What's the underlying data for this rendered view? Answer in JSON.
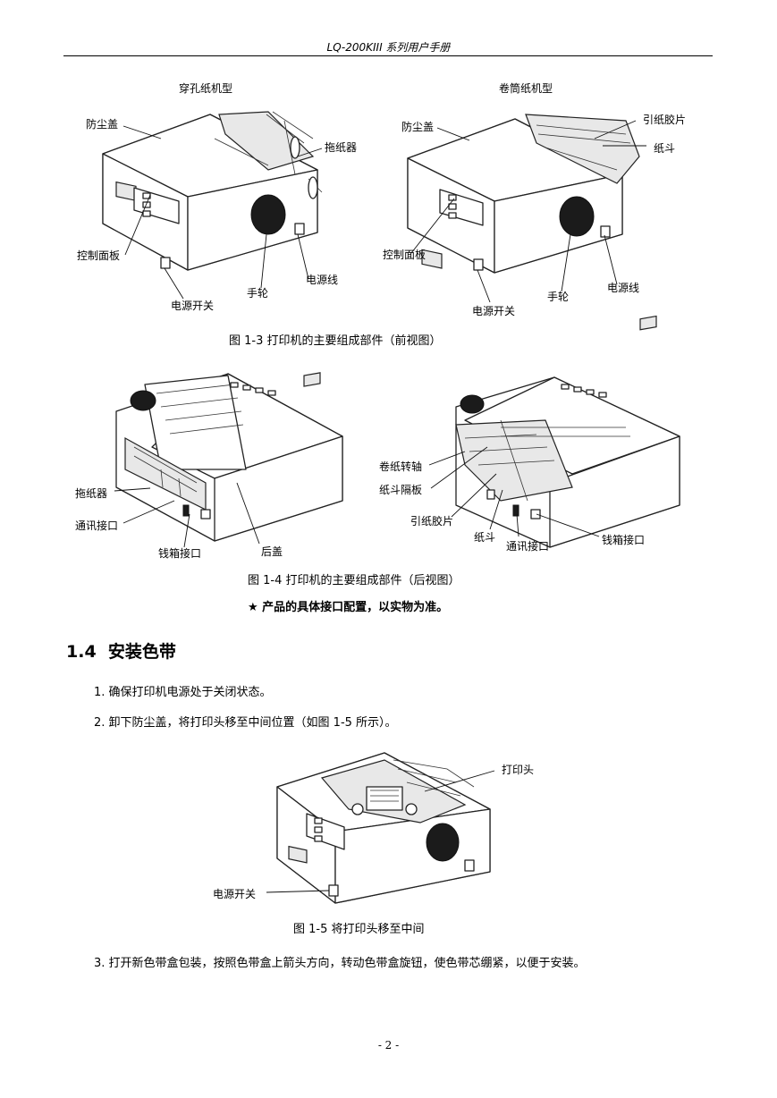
{
  "header": {
    "title": "LQ-200KIII 系列用户手册"
  },
  "figure_1_3": {
    "left_title": "穿孔纸机型",
    "right_title": "卷筒纸机型",
    "left_labels": {
      "dust_cover": "防尘盖",
      "tractor": "拖纸器",
      "control_panel": "控制面板",
      "power_cord": "电源线",
      "knob": "手轮",
      "power_switch": "电源开关"
    },
    "right_labels": {
      "dust_cover": "防尘盖",
      "paper_guide": "引纸胶片",
      "paper_bin": "纸斗",
      "control_panel": "控制面板",
      "power_cord": "电源线",
      "knob": "手轮",
      "power_switch": "电源开关"
    },
    "caption": "图 1-3  打印机的主要组成部件（前视图）"
  },
  "figure_1_4": {
    "left_labels": {
      "tractor": "拖纸器",
      "comm_port": "通讯接口",
      "drawer_port": "钱箱接口",
      "rear_cover": "后盖"
    },
    "right_labels": {
      "roll_shaft": "卷纸转轴",
      "bin_divider": "纸斗隔板",
      "paper_guide": "引纸胶片",
      "paper_bin": "纸斗",
      "comm_port": "通讯接口",
      "drawer_port": "钱箱接口"
    },
    "caption": "图 1-4  打印机的主要组成部件（后视图）",
    "note": "★  产品的具体接口配置，以实物为准。"
  },
  "section": {
    "number": "1.4",
    "title": "安装色带"
  },
  "steps": [
    {
      "num": "1.",
      "text": "确保打印机电源处于关闭状态。"
    },
    {
      "num": "2.",
      "text": "卸下防尘盖，将打印头移至中间位置（如图 1-5 所示）。"
    },
    {
      "num": "3.",
      "text": "打开新色带盒包装，按照色带盒上箭头方向，转动色带盒旋钮，使色带芯绷紧，以便于安装。"
    }
  ],
  "figure_1_5": {
    "labels": {
      "print_head": "打印头",
      "power_switch": "电源开关"
    },
    "caption": "图 1-5  将打印头移至中间"
  },
  "footer": {
    "page": "- 2 -"
  }
}
